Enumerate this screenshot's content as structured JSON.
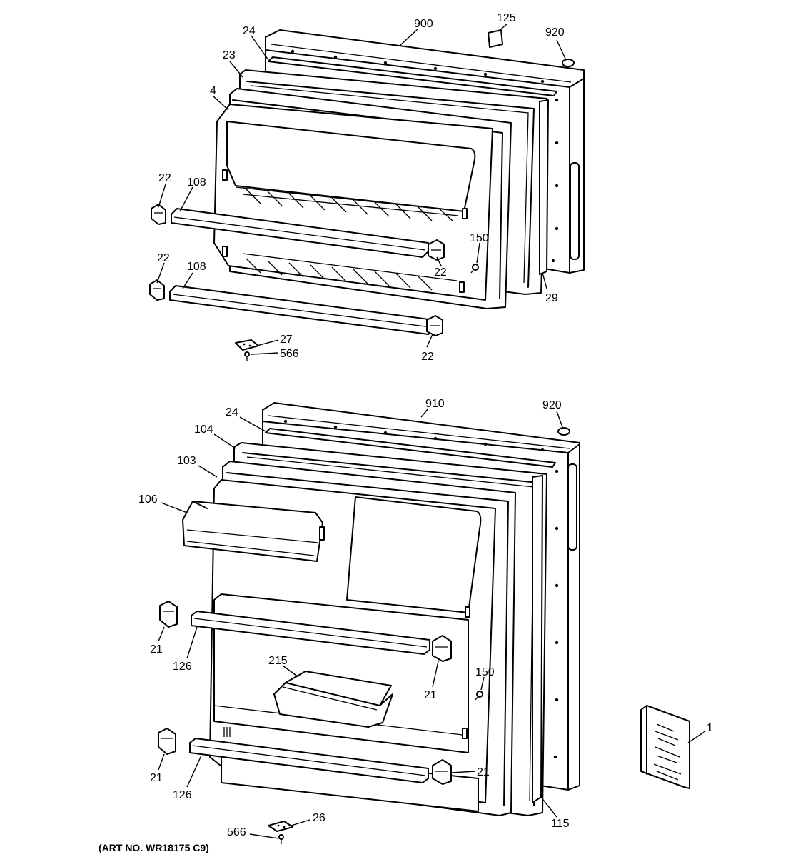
{
  "caption": "(ART NO. WR18175 C9)",
  "colors": {
    "ink": "#000000",
    "paper": "#ffffff"
  },
  "freezer_door_callouts": {
    "outer_door": "900",
    "trim_top": "24",
    "gasket": "23",
    "liner": "4",
    "vent_plate": "125",
    "plug_920": "920",
    "shelf_upper": "108",
    "shelf_lower": "108",
    "clip_upper_left": "22",
    "clip_upper_right": "22",
    "clip_lower_left": "22",
    "clip_lower_right": "22",
    "screw_150": "150",
    "trim_side": "29",
    "hinge_part": "27",
    "screw_566": "566"
  },
  "fresh_food_door_callouts": {
    "outer_door": "910",
    "plug_920": "920",
    "trim_top": "24",
    "gasket": "104",
    "liner": "103",
    "dairy_door": "106",
    "clip_upper_left": "21",
    "clip_upper_right": "21",
    "clip_lower_left": "21",
    "clip_lower_right": "21",
    "shelf_upper": "126",
    "shelf_lower": "126",
    "egg_bin": "215",
    "screw_150": "150",
    "trim_side": "115",
    "hinge_part": "26",
    "screw_566": "566"
  },
  "manual_callout": "1"
}
